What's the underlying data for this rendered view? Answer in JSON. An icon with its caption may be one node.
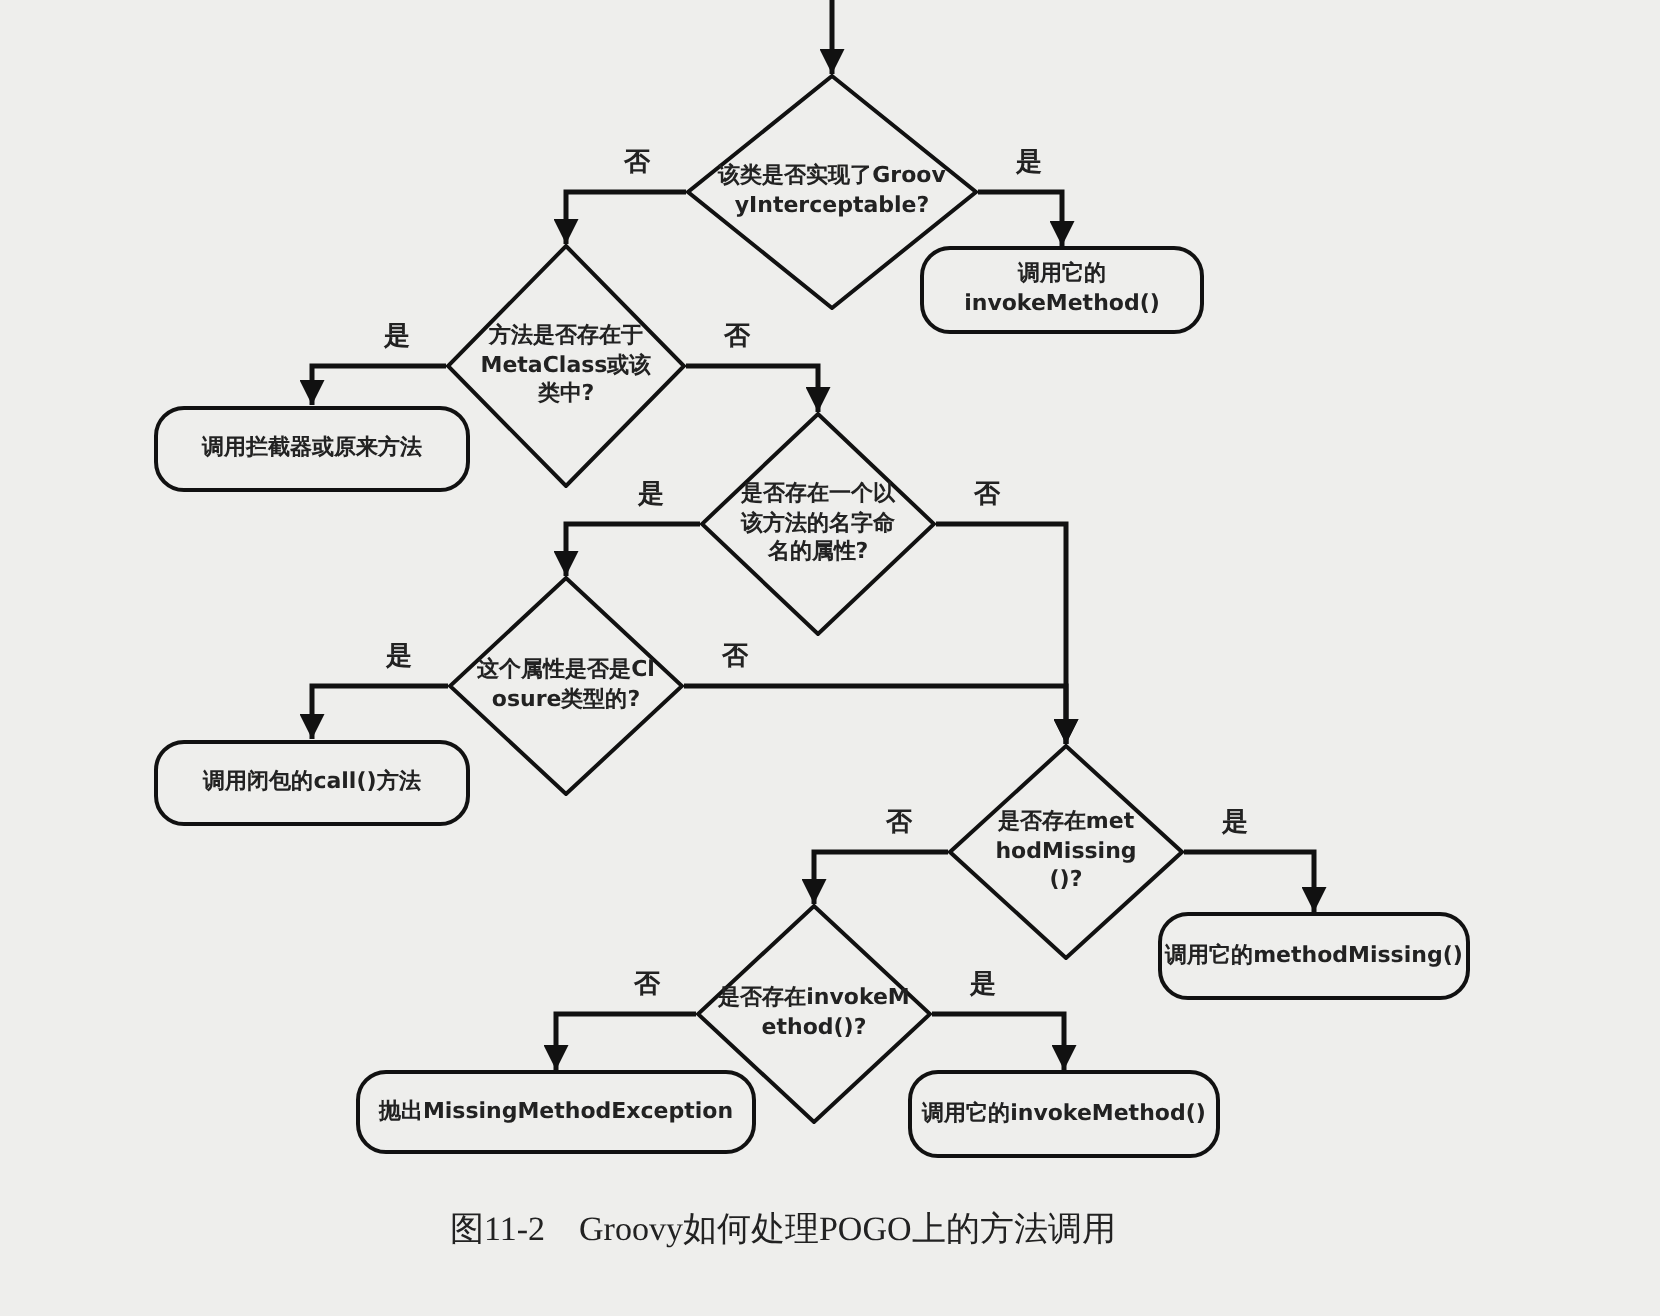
{
  "diagram": {
    "caption": "图11-2　Groovy如何处理POGO上的方法调用",
    "nodes": [
      {
        "text": [
          "该类是否实现了GroovyInterceptable?"
        ]
      },
      {
        "text": [
          "调用它的invokeMethod()"
        ]
      },
      {
        "text": [
          "方法是否存在于MetaClass或该类中?"
        ]
      },
      {
        "text": [
          "调用拦截器或原来方法"
        ]
      },
      {
        "text": [
          "是否存在一个以该方法的名字命名的属性?"
        ]
      },
      {
        "text": [
          "这个属性是否是Closure类型的?"
        ]
      },
      {
        "text": [
          "调用闭包的call()方法"
        ]
      },
      {
        "text": [
          "是否存在methodMissing()?"
        ]
      },
      {
        "text": [
          "调用它的methodMissing()"
        ]
      },
      {
        "text": [
          "是否存在invokeMethod()?"
        ]
      },
      {
        "text": [
          "抛出MissingMethodException"
        ]
      },
      {
        "text": [
          "调用它的invokeMethod()"
        ]
      }
    ],
    "edges": [
      {
        "from": null,
        "to": 0,
        "arrow": "to"
      },
      {
        "from": 0,
        "to": 2,
        "arrow": "to",
        "label": "否"
      },
      {
        "from": 0,
        "to": 1,
        "arrow": "to",
        "label": "是"
      },
      {
        "from": 2,
        "to": 3,
        "arrow": "to",
        "label": "是"
      },
      {
        "from": 2,
        "to": 4,
        "arrow": "to",
        "label": "否"
      },
      {
        "from": 4,
        "to": 5,
        "arrow": "to",
        "label": "是"
      },
      {
        "from": 4,
        "to": 7,
        "arrow": "to",
        "label": "否"
      },
      {
        "from": 5,
        "to": 6,
        "arrow": "to",
        "label": "是"
      },
      {
        "from": 5,
        "to": 7,
        "arrow": "to",
        "label": "否"
      },
      {
        "from": 7,
        "to": 9,
        "arrow": "to",
        "label": "否"
      },
      {
        "from": 7,
        "to": 8,
        "arrow": "to",
        "label": "是"
      },
      {
        "from": 9,
        "to": 10,
        "arrow": "to",
        "label": "否"
      },
      {
        "from": 9,
        "to": 11,
        "arrow": "to",
        "label": "是"
      }
    ]
  }
}
